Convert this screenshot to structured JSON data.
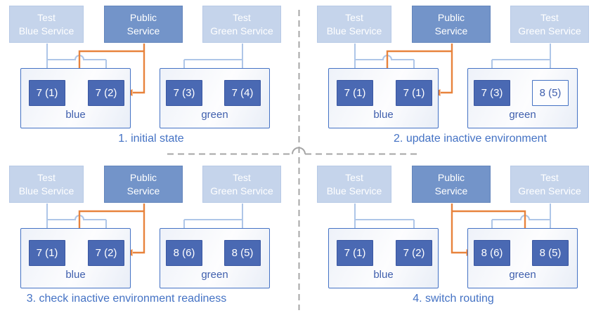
{
  "diagram": {
    "type": "blue-green-deployment-sequence",
    "colors": {
      "light_service_fill": "#c5d4eb",
      "public_service_fill": "#7394c9",
      "pod_fill": "#4a69b3",
      "outline_pod_border": "#4472c4",
      "environment_border": "#4472c4",
      "test_connector_light_blue": "#aec6e8",
      "public_connector_orange": "#e8833c",
      "caption_text": "#4472c4",
      "environment_label_text": "#3f5fad",
      "divider_dash_gray": "#a6a6a6",
      "box_text_white": "#ffffff"
    },
    "panels": [
      {
        "caption": "1. initial state",
        "services": {
          "test_blue": "Test\nBlue Service",
          "public": "Public\nService",
          "test_green": "Test\nGreen Service"
        },
        "blue_env": {
          "label": "blue",
          "pods": [
            {
              "label": "7 (1)"
            },
            {
              "label": "7 (2)"
            }
          ]
        },
        "green_env": {
          "label": "green",
          "pods": [
            {
              "label": "7 (3)"
            },
            {
              "label": "7 (4)"
            }
          ]
        },
        "public_routes_to": "blue"
      },
      {
        "caption": "2. update inactive environment",
        "services": {
          "test_blue": "Test\nBlue Service",
          "public": "Public\nService",
          "test_green": "Test\nGreen Service"
        },
        "blue_env": {
          "label": "blue",
          "pods": [
            {
              "label": "7 (1)"
            },
            {
              "label": "7 (1)"
            }
          ]
        },
        "green_env": {
          "label": "green",
          "pods": [
            {
              "label": "7 (3)"
            },
            {
              "label": "8 (5)",
              "style": "outline"
            }
          ]
        },
        "public_routes_to": "blue"
      },
      {
        "caption": "3. check inactive environment readiness",
        "services": {
          "test_blue": "Test\nBlue Service",
          "public": "Public\nService",
          "test_green": "Test\nGreen Service"
        },
        "blue_env": {
          "label": "blue",
          "pods": [
            {
              "label": "7 (1)"
            },
            {
              "label": "7 (2)"
            }
          ]
        },
        "green_env": {
          "label": "green",
          "pods": [
            {
              "label": "8 (6)"
            },
            {
              "label": "8 (5)"
            }
          ]
        },
        "public_routes_to": "blue"
      },
      {
        "caption": "4. switch routing",
        "services": {
          "test_blue": "Test\nBlue Service",
          "public": "Public\nService",
          "test_green": "Test\nGreen Service"
        },
        "blue_env": {
          "label": "blue",
          "pods": [
            {
              "label": "7 (1)"
            },
            {
              "label": "7 (2)"
            }
          ]
        },
        "green_env": {
          "label": "green",
          "pods": [
            {
              "label": "8 (6)"
            },
            {
              "label": "8 (5)"
            }
          ]
        },
        "public_routes_to": "green"
      }
    ]
  }
}
